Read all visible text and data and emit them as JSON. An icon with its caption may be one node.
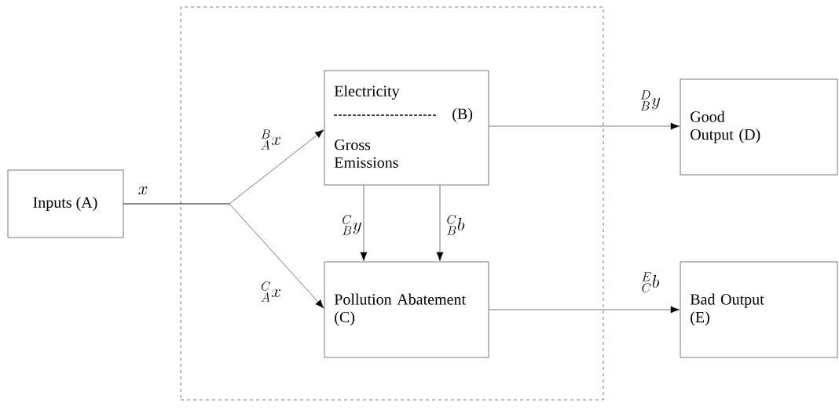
{
  "diagram": {
    "nodes": [
      {
        "text": [
          "Inputs (A)"
        ]
      },
      {
        "text": [],
        "shape": "box"
      },
      {
        "text": [
          "Electricity",
          "(B)",
          "Gross Emissions"
        ],
        "in": 1
      },
      {
        "text": [
          "Pollution Abatement (C)"
        ],
        "in": 1
      },
      {
        "text": [
          "Good Output (D)"
        ]
      },
      {
        "text": [
          "Bad Output (E)"
        ]
      }
    ],
    "edges": [
      {
        "from": 0,
        "to": 2,
        "arrow": "to",
        "label": "{}^{B}_{A}x"
      },
      {
        "from": 0,
        "to": 3,
        "arrow": "to",
        "label": "{}^{C}_{A}x"
      },
      {
        "from": 2,
        "to": 3,
        "arrow": "to",
        "label": "{}^{C}_{B}y"
      },
      {
        "from": 2,
        "to": 3,
        "arrow": "to",
        "label": "{}^{C}_{B}b"
      },
      {
        "from": 2,
        "to": 4,
        "arrow": "to",
        "label": "{}^{D}_{B}y"
      },
      {
        "from": 3,
        "to": 5,
        "arrow": "to",
        "label": "{}^{E}_{C}b"
      }
    ],
    "labels": [
      "x"
    ]
  }
}
